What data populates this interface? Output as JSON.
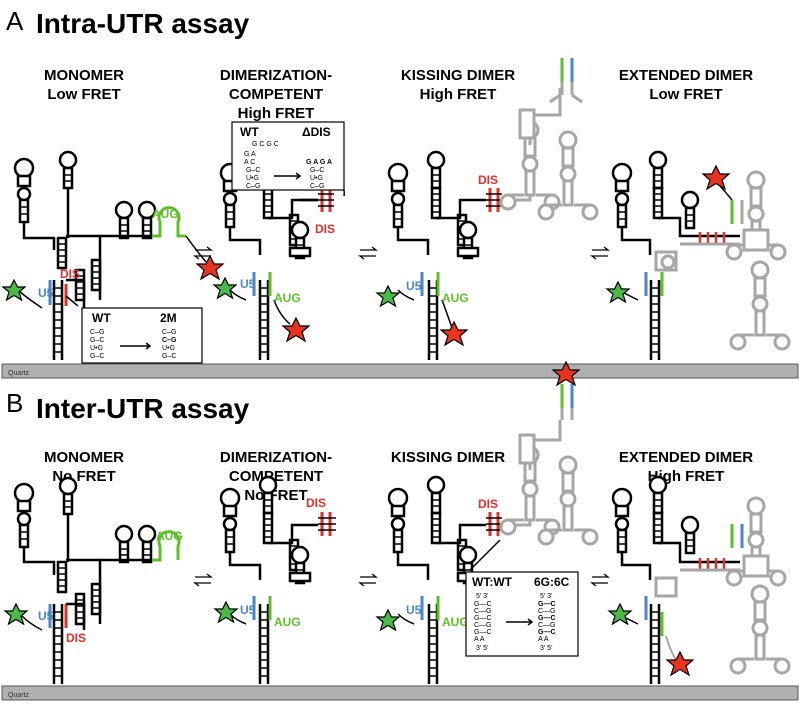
{
  "panels": [
    {
      "letter": "A",
      "title": "Intra-UTR assay",
      "states": [
        {
          "line1": "MONOMER",
          "line2": "Low FRET",
          "line3": ""
        },
        {
          "line1": "DIMERIZATION-",
          "line2": "COMPETENT",
          "line3": "High FRET"
        },
        {
          "line1": "KISSING DIMER",
          "line2": "High FRET",
          "line3": ""
        },
        {
          "line1": "EXTENDED DIMER",
          "line2": "Low FRET",
          "line3": ""
        }
      ],
      "inset1": {
        "left": "WT",
        "right": "2M"
      },
      "inset2": {
        "left": "WT",
        "right": "ΔDIS"
      }
    },
    {
      "letter": "B",
      "title": "Inter-UTR assay",
      "states": [
        {
          "line1": "MONOMER",
          "line2": "No FRET",
          "line3": ""
        },
        {
          "line1": "DIMERIZATION-",
          "line2": "COMPETENT",
          "line3": "No FRET"
        },
        {
          "line1": "KISSING DIMER",
          "line2": "",
          "line3": ""
        },
        {
          "line1": "EXTENDED DIMER",
          "line2": "High FRET",
          "line3": ""
        }
      ],
      "inset3": {
        "left": "WT:WT",
        "right": "6G:6C"
      }
    }
  ],
  "labels": {
    "u5": "U5",
    "dis": "DIS",
    "aug": "AUG",
    "quartz": "Quartz"
  },
  "colors": {
    "u5": "#4a86c8",
    "dis": "#e0312a",
    "aug": "#5fbf2a",
    "partner": "#a6a6a6",
    "star_green": "#4cb848",
    "star_red": "#e8341c",
    "quartz": "#b0b0b0"
  }
}
